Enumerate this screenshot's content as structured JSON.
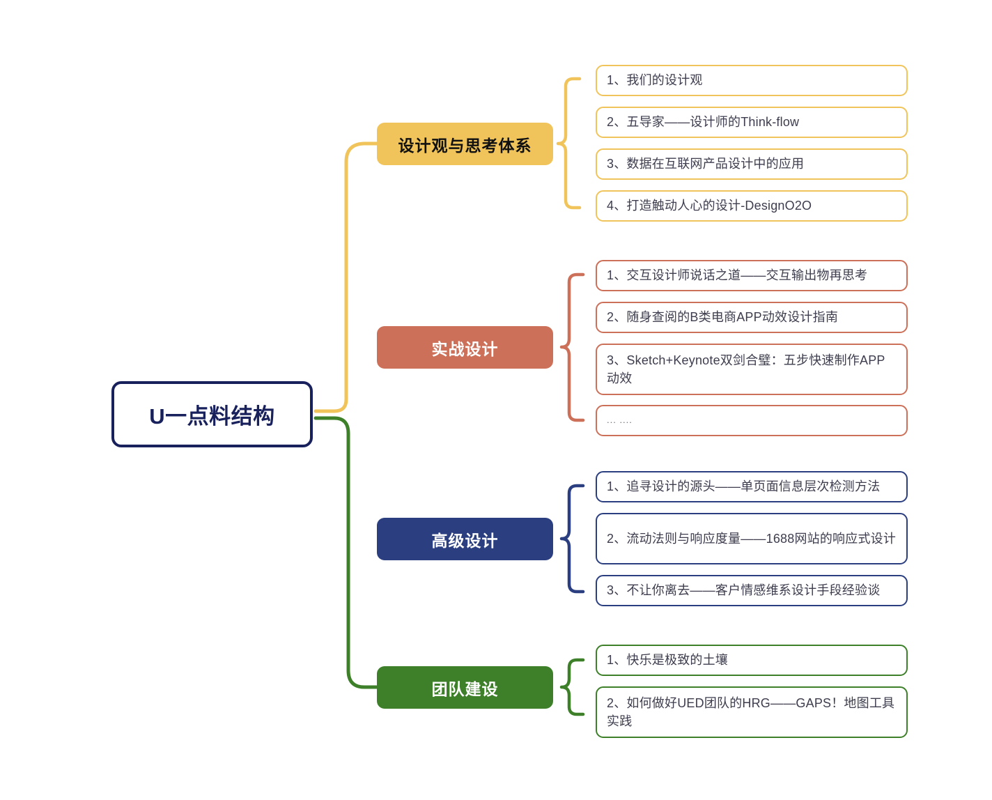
{
  "diagram": {
    "type": "mind-map",
    "title": "U一点料结构",
    "root": {
      "label": "U一点料结构",
      "border_color": "#18215C",
      "text_color": "#18215C",
      "fill_color": "#FFFFFF"
    },
    "branches": [
      {
        "id": "design-view",
        "label": "设计观与思考体系",
        "color": "#F0C45A",
        "text_color": "#111111",
        "items": [
          {
            "label": "1、我们的设计观"
          },
          {
            "label": "2、五导家——设计师的Think-flow"
          },
          {
            "label": "3、数据在互联网产品设计中的应用"
          },
          {
            "label": "4、打造触动人心的设计-DesignO2O"
          }
        ]
      },
      {
        "id": "practical-design",
        "label": "实战设计",
        "color": "#CC7059",
        "text_color": "#FFFFFF",
        "items": [
          {
            "label": "1、交互设计师说话之道——交互输出物再思考"
          },
          {
            "label": "2、随身查阅的B类电商APP动效设计指南"
          },
          {
            "label": "3、Sketch+Keynote双剑合璧：五步快速制作APP动效"
          },
          {
            "label": "... ....",
            "style": "ellipsis"
          }
        ]
      },
      {
        "id": "advanced-design",
        "label": "高级设计",
        "color": "#2B3F80",
        "text_color": "#FFFFFF",
        "items": [
          {
            "label": "1、追寻设计的源头——单页面信息层次检测方法"
          },
          {
            "label": "2、流动法则与响应度量——1688网站的响应式设计"
          },
          {
            "label": "3、不让你离去——客户情感维系设计手段经验谈"
          }
        ]
      },
      {
        "id": "team-building",
        "label": "团队建设",
        "color": "#3D8029",
        "text_color": "#FFFFFF",
        "items": [
          {
            "label": "1、快乐是极致的土壤"
          },
          {
            "label": "2、如何做好UED团队的HRG——GAPS！地图工具实践"
          }
        ]
      }
    ]
  }
}
